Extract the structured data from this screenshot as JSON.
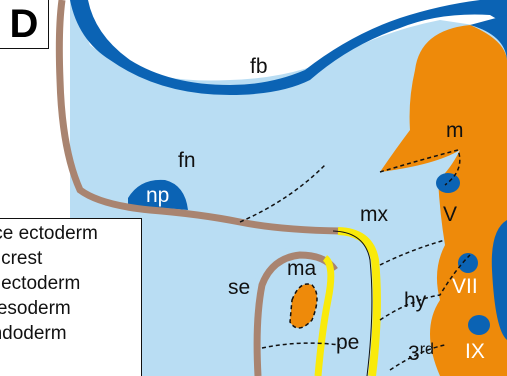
{
  "panel": {
    "letter": "D"
  },
  "labels": {
    "fb": "fb",
    "fn": "fn",
    "np": "np",
    "m": "m",
    "mx": "mx",
    "V": "V",
    "ma": "ma",
    "se": "se",
    "hy": "hy",
    "VII": "VII",
    "pe": "pe",
    "third_base": "3",
    "third_sup": "rd",
    "IX": "IX"
  },
  "legend": {
    "items": [
      "surface ectoderm",
      "neural crest",
      "neural ectoderm",
      "mesoderm",
      "endoderm"
    ]
  },
  "colors": {
    "mesenchyme": "#b9ddf3",
    "neural": "#0b63b4",
    "surface": "#a98470",
    "mesoderm": "#ee8a0a",
    "endoderm": "#f9ea0a"
  }
}
